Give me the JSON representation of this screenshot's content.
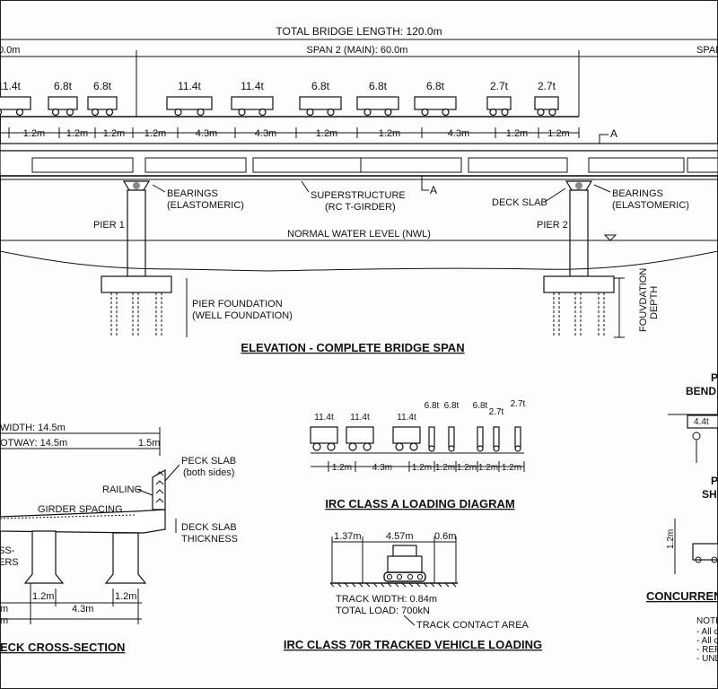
{
  "elevation": {
    "total_length": "TOTAL BRIDGE LENGTH: 120.0m",
    "span1_label": "0.0m",
    "span2_label": "SPAN 2 (MAIN): 60.0m",
    "span3_label": "SPAN",
    "loads": [
      "11.4t",
      "6.8t",
      "6.8t",
      "11.4t",
      "11.4t",
      "6.8t",
      "6.8t",
      "6.8t",
      "2.7t",
      "2.7t"
    ],
    "spacings": [
      "1.2m",
      "1.2m",
      "1.2m",
      "1.2m",
      "4.3m",
      "4.3m",
      "1.2m",
      "1.2m",
      "4.3m",
      "1.2m",
      "1.2m"
    ],
    "section_mark_top": "A",
    "section_mark_mid": "A",
    "bearings_left": "BEARINGS\n(ELASTOMERIC)",
    "bearings_right": "BEARINGS\n(ELASTOMERIC)",
    "superstructure": "SUPERSTRUCTURE\n(RC T-GIRDER)",
    "deck_slab": "DECK SLAB",
    "pier1": "PIER 1",
    "pier2": "PIER 2",
    "nwl": "NORMAL WATER LEVEL (NWL)",
    "pier_foundation": "PIER FOUNDATION\n(WELL FOUNDATION)",
    "foundation_depth": "FOUVDATION\nDEPTH",
    "title": "ELEVATION - COMPLETE BRIDGE SPAN"
  },
  "cross_section": {
    "width": "WIDTH: 14.5m",
    "footway": "OTWAY: 14.5m",
    "edge": "1.5m",
    "peck_slab": "PECK SLAB\n(both sides)",
    "railing": "RAILING",
    "girder_spacing": "GIRDER SPACING",
    "deck_thickness": "DECK SLAB\nTHICKNESS",
    "cross_girders": "SS-\nERS",
    "dim_a": "1.2m",
    "dim_b": "4.3m",
    "dim_c": "1.2m",
    "dim_left": "m",
    "dim_bottom": "m",
    "title": "ECK CROSS-SECTION"
  },
  "class_a": {
    "loads": [
      "11.4t",
      "11.4t",
      "11.4t",
      "6.8t",
      "6.8t",
      "6.8t",
      "2.7t",
      "2.7t"
    ],
    "spacings": [
      "1.2m",
      "4.3m",
      "1.2m",
      "1.2m",
      "1.2m",
      "1.2m",
      "1.2m"
    ],
    "title": "IRC CLASS A LOADING DIAGRAM"
  },
  "class_70r": {
    "dim1": "1.37m",
    "dim2": "4.57m",
    "dim3": "0.6m",
    "track_width": "TRACK WIDTH: 0.84m",
    "total_load": "TOTAL LOAD: 700kN",
    "contact": "TRACK CONTACT AREA",
    "title": "IRC CLASS 70R TRACKED VEHICLE LOADING"
  },
  "right_panel": {
    "p1": "P",
    "bend": "BEND",
    "load": "4.4t",
    "p2": "P",
    "sh": "SH",
    "dim": "1.2m",
    "title": "CONCURREN",
    "notes_head": "NOTE",
    "notes": [
      "- All c",
      "- All c",
      "- REF",
      "- UNL"
    ]
  }
}
